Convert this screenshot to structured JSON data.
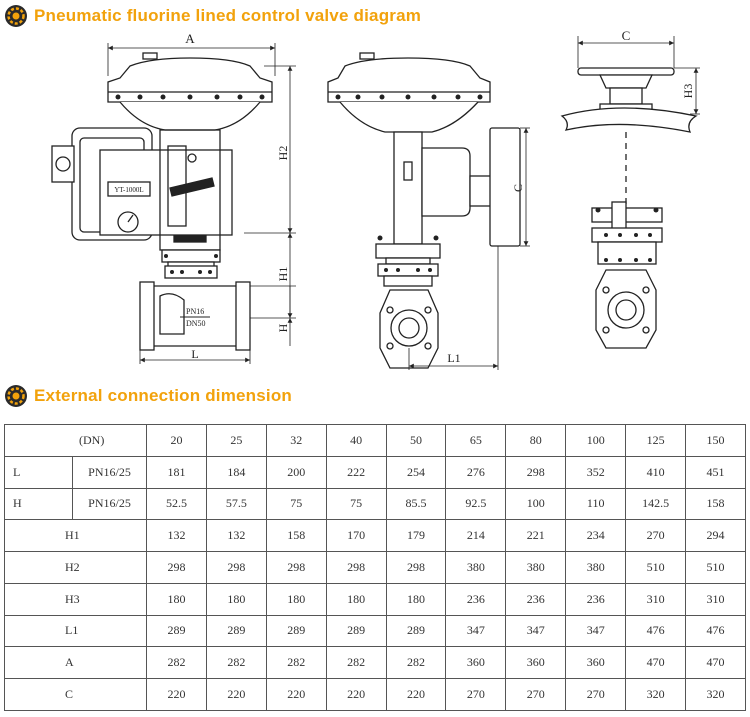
{
  "header": {
    "diagram_title": "Pneumatic fluorine lined control valve diagram",
    "table_title": "External connection dimension",
    "logo_icon": "gear-emblem-icon",
    "accent_color": "#f2a20c"
  },
  "diagram": {
    "labels": {
      "A": "A",
      "C_top": "C",
      "C_side": "C",
      "H1": "H1",
      "H2": "H2",
      "H3": "H3",
      "H": "H",
      "L": "L",
      "L1": "L1",
      "positioner": "YT-1000L",
      "pn": "PN16",
      "dn": "DN50"
    }
  },
  "table": {
    "header_label": "(DN)",
    "dn": [
      "20",
      "25",
      "32",
      "40",
      "50",
      "65",
      "80",
      "100",
      "125",
      "150"
    ],
    "L": {
      "label": "L",
      "sub": "PN16/25",
      "values": [
        "181",
        "184",
        "200",
        "222",
        "254",
        "276",
        "298",
        "352",
        "410",
        "451"
      ]
    },
    "H": {
      "label": "H",
      "sub": "PN16/25",
      "values": [
        "52.5",
        "57.5",
        "75",
        "75",
        "85.5",
        "92.5",
        "100",
        "110",
        "142.5",
        "158"
      ]
    },
    "H1": {
      "label": "H1",
      "values": [
        "132",
        "132",
        "158",
        "170",
        "179",
        "214",
        "221",
        "234",
        "270",
        "294"
      ]
    },
    "H2": {
      "label": "H2",
      "values": [
        "298",
        "298",
        "298",
        "298",
        "298",
        "380",
        "380",
        "380",
        "510",
        "510"
      ]
    },
    "H3": {
      "label": "H3",
      "values": [
        "180",
        "180",
        "180",
        "180",
        "180",
        "236",
        "236",
        "236",
        "310",
        "310"
      ]
    },
    "L1": {
      "label": "L1",
      "values": [
        "289",
        "289",
        "289",
        "289",
        "289",
        "347",
        "347",
        "347",
        "476",
        "476"
      ]
    },
    "A": {
      "label": "A",
      "values": [
        "282",
        "282",
        "282",
        "282",
        "282",
        "360",
        "360",
        "360",
        "470",
        "470"
      ]
    },
    "C": {
      "label": "C",
      "values": [
        "220",
        "220",
        "220",
        "220",
        "220",
        "270",
        "270",
        "270",
        "320",
        "320"
      ]
    }
  }
}
